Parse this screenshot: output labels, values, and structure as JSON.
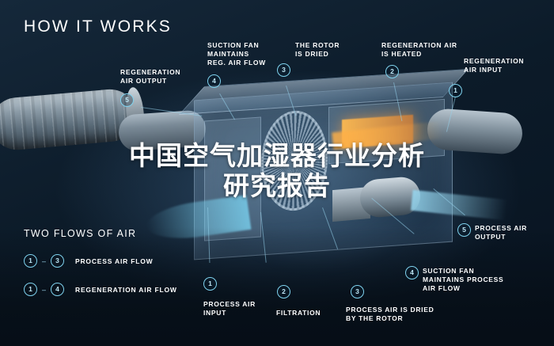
{
  "headline": "HOW IT WORKS",
  "watermark": {
    "line1": "中国空气加湿器行业分析",
    "line2": "研究报告"
  },
  "colors": {
    "accent_cyan": "#7fd3ef",
    "heat_orange": "#ffb04a",
    "airflow_blue": "#78cdeb",
    "background_dark": "#0c1b29",
    "text": "#ffffff"
  },
  "callouts": [
    {
      "id": "1",
      "label": "REGENERATION\nAIR INPUT",
      "marker": "1"
    },
    {
      "id": "2",
      "label": "REGENERATION AIR\nIS HEATED",
      "marker": "2"
    },
    {
      "id": "3",
      "label": "THE ROTOR\nIS DRIED",
      "marker": "3"
    },
    {
      "id": "4",
      "label": "SUCTION FAN\nMAINTAINS\nREG. AIR FLOW",
      "marker": "4"
    },
    {
      "id": "5",
      "label": "REGENERATION\nAIR OUTPUT",
      "marker": "5"
    },
    {
      "id": "6",
      "label": "PROCESS AIR\nOUTPUT",
      "marker": "5"
    },
    {
      "id": "7",
      "label": "SUCTION FAN\nMAINTAINS PROCESS\nAIR FLOW",
      "marker": "4"
    },
    {
      "id": "8",
      "label": "PROCESS AIR IS DRIED\nBY THE ROTOR",
      "marker": "3"
    },
    {
      "id": "9",
      "label": "FILTRATION",
      "marker": "2"
    },
    {
      "id": "10",
      "label": "PROCESS AIR\nINPUT",
      "marker": "1"
    }
  ],
  "legend": {
    "title": "TWO FLOWS OF AIR",
    "rows": [
      {
        "from": "1",
        "dash": "–",
        "to": "3",
        "label": "PROCESS AIR FLOW"
      },
      {
        "from": "1",
        "dash": "–",
        "to": "4",
        "label": "REGENERATION AIR FLOW"
      }
    ]
  }
}
